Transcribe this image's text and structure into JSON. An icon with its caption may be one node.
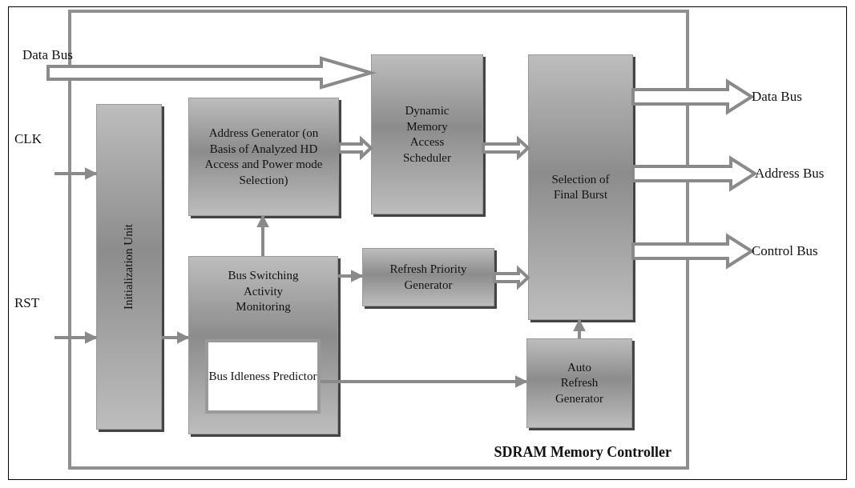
{
  "diagram": {
    "nodes": [
      {
        "text": [
          "SDRAM Memory Controller"
        ]
      },
      {
        "text": [
          "Data Bus"
        ]
      },
      {
        "text": [
          "CLK"
        ]
      },
      {
        "text": [
          "RST"
        ]
      },
      {
        "text": [
          "Initialization Unit"
        ],
        "in": 0
      },
      {
        "text": [
          "Address Generator (on Basis of Analyzed HD Access and Power mode Selection)"
        ],
        "in": 0
      },
      {
        "text": [
          "Dynamic Memory Access Scheduler"
        ],
        "in": 0
      },
      {
        "text": [
          "Selection of Final Burst"
        ],
        "in": 0
      },
      {
        "text": [
          "Bus Switching Activity Monitoring"
        ],
        "in": 0
      },
      {
        "text": [
          "Bus Idleness Predictor"
        ],
        "in": 8
      },
      {
        "text": [
          "Refresh Priority Generator"
        ],
        "in": 0
      },
      {
        "text": [
          "Auto Refresh Generator"
        ],
        "in": 0
      },
      {
        "text": [
          "Data Bus"
        ]
      },
      {
        "text": [
          "Address Bus"
        ]
      },
      {
        "text": [
          "Control Bus"
        ]
      }
    ],
    "edges": [
      {
        "from": 1,
        "to": 6,
        "arrow": "to",
        "style": "thick"
      },
      {
        "from": 2,
        "to": 4,
        "arrow": "to"
      },
      {
        "from": 3,
        "to": 4,
        "arrow": "to"
      },
      {
        "from": 4,
        "to": 8,
        "arrow": "to"
      },
      {
        "from": 8,
        "to": 5,
        "arrow": "to"
      },
      {
        "from": 5,
        "to": 6,
        "arrow": "to",
        "style": "thick"
      },
      {
        "from": 6,
        "to": 7,
        "arrow": "to",
        "style": "thick"
      },
      {
        "from": 8,
        "to": 10,
        "arrow": "to"
      },
      {
        "from": 10,
        "to": 7,
        "arrow": "to",
        "style": "thick"
      },
      {
        "from": 9,
        "to": 11,
        "arrow": "to"
      },
      {
        "from": 11,
        "to": 7,
        "arrow": "to"
      },
      {
        "from": 7,
        "to": 12,
        "arrow": "to",
        "style": "thick"
      },
      {
        "from": 7,
        "to": 13,
        "arrow": "to",
        "style": "thick"
      },
      {
        "from": 7,
        "to": 14,
        "arrow": "to",
        "style": "thick"
      }
    ]
  }
}
